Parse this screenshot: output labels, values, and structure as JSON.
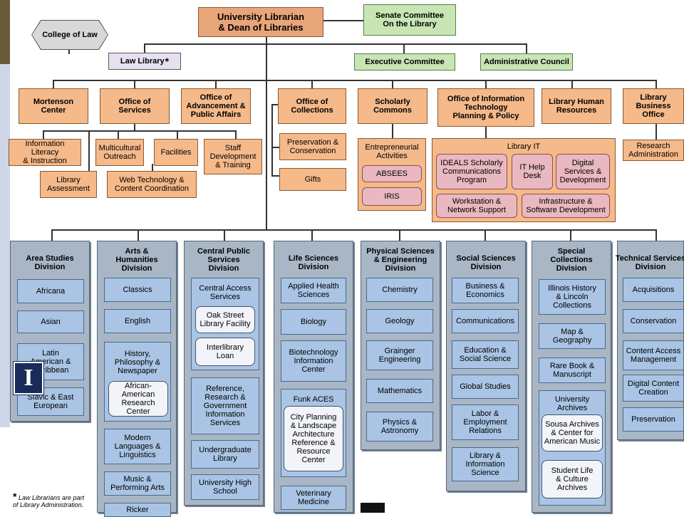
{
  "top": {
    "librarian": "University Librarian\n& Dean of Libraries",
    "senate": "Senate Committee\nOn the Library",
    "college_law": "College of Law",
    "law_library": "Law Library",
    "law_star": "*",
    "exec_committee": "Executive Committee",
    "admin_council": "Administrative Council"
  },
  "offices": {
    "mortenson": "Mortenson\nCenter",
    "services": "Office of\nServices",
    "advancement": "Office of\nAdvancement &\nPublic Affairs",
    "collections": "Office of\nCollections",
    "scholarly": "Scholarly\nCommons",
    "oit": "Office of Information\nTechnology\nPlanning & Policy",
    "hr": "Library Human\nResources",
    "business": "Library Business\nOffice"
  },
  "services_sub": {
    "info_lit": "Information Literacy\n& Instruction",
    "multicultural": "Multicultural\nOutreach",
    "facilities": "Facilities",
    "staff_dev": "Staff\nDevelopment\n& Training",
    "assessment": "Library\nAssessment",
    "web_tech": "Web Technology &\nContent Coordination"
  },
  "collections_sub": {
    "preservation": "Preservation &\nConservation",
    "gifts": "Gifts"
  },
  "scholarly_sub": {
    "entrepreneurial": "Entrepreneurial\nActivities",
    "absees": "ABSEES",
    "iris": "IRIS"
  },
  "library_it": {
    "title": "Library IT",
    "ideals": "IDEALS Scholarly\nCommunications\nProgram",
    "helpdesk": "IT Help\nDesk",
    "digital": "Digital\nServices &\nDevelopment",
    "workstation": "Workstation &\nNetwork Support",
    "infra": "Infrastructure &\nSoftware Development"
  },
  "business_sub": {
    "research_admin": "Research\nAdministration"
  },
  "divisions": {
    "area": {
      "title": "Area Studies\nDivision",
      "items": [
        "Africana",
        "Asian",
        "Latin\nAmerican &\nCaribbean",
        "Slavic & East\nEuropean"
      ]
    },
    "arts": {
      "title": "Arts &\nHumanities\nDivision",
      "items": [
        "Classics",
        "English",
        "History,\nPhilosophy &\nNewspaper",
        "African-\nAmerican\nResearch Center",
        "Modern\nLanguages &\nLinguistics",
        "Music &\nPerforming Arts",
        "Ricker"
      ]
    },
    "central": {
      "title": "Central Public\nServices\nDivision",
      "items": [
        "Central Access\nServices",
        "Oak Street\nLibrary Facility",
        "Interlibrary\nLoan",
        "Reference,\nResearch &\nGovernment\nInformation\nServices",
        "Undergraduate\nLibrary",
        "University High\nSchool"
      ]
    },
    "life": {
      "title": "Life Sciences\nDivision",
      "items": [
        "Applied Health\nSciences",
        "Biology",
        "Biotechnology\nInformation\nCenter",
        "Funk ACES",
        "City Planning\n& Landscape\nArchitecture\nReference &\nResource\nCenter",
        "Veterinary\nMedicine"
      ]
    },
    "physical": {
      "title": "Physical Sciences\n& Engineering\nDivision",
      "items": [
        "Chemistry",
        "Geology",
        "Grainger\nEngineering",
        "Mathematics",
        "Physics &\nAstronomy"
      ]
    },
    "social": {
      "title": "Social Sciences\nDivision",
      "items": [
        "Business &\nEconomics",
        "Communications",
        "Education &\nSocial Science",
        "Global Studies",
        "Labor &\nEmployment\nRelations",
        "Library &\nInformation\nScience"
      ]
    },
    "special": {
      "title": "Special\nCollections\nDivision",
      "items": [
        "Illinois History\n& Lincoln\nCollections",
        "Map &\nGeography",
        "Rare Book &\nManuscript",
        "University\nArchives",
        "Sousa Archives\n& Center for\nAmerican Music",
        "Student Life\n& Culture\nArchives"
      ]
    },
    "technical": {
      "title": "Technical Services\nDivision",
      "items": [
        "Acquisitions",
        "Conservation",
        "Content Access\nManagement",
        "Digital Content\nCreation",
        "Preservation"
      ]
    }
  },
  "footnote": {
    "star": "*",
    "text": "Law Librarians are part\nof Library Administration."
  },
  "logo": {
    "letter": "I"
  }
}
